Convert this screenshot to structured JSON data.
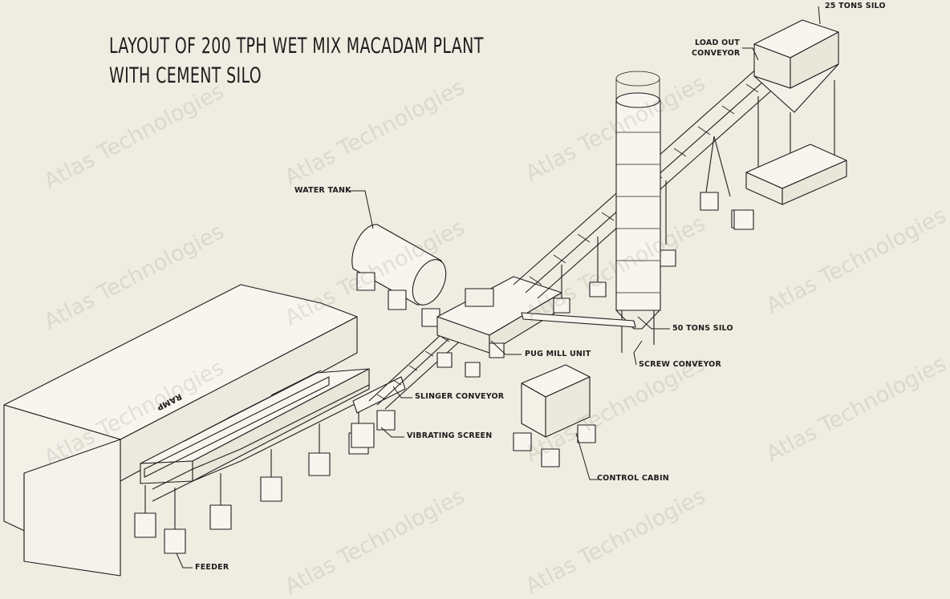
{
  "title": {
    "line1": "LAYOUT OF 200 TPH WET MIX MACADAM PLANT",
    "line2": "WITH CEMENT SILO"
  },
  "labels": {
    "silo25": "25 TONS SILO",
    "loadout_line1": "LOAD OUT",
    "loadout_line2": "CONVEYOR",
    "water_tank": "WATER TANK",
    "silo50": "50 TONS SILO",
    "pug_mill": "PUG MILL UNIT",
    "screw_conveyor": "SCREW CONVEYOR",
    "slinger_conveyor": "SLINGER CONVEYOR",
    "vibrating_screen": "VIBRATING SCREEN",
    "control_cabin": "CONTROL CABIN",
    "feeder": "FEEDER",
    "ramp": "RAMP"
  },
  "watermark": "Atlas Technologies",
  "colors": {
    "background": "#efece1",
    "line": "#1e1e1e",
    "fill_light": "#f6f4ec",
    "watermark": "#c9c4b4"
  }
}
